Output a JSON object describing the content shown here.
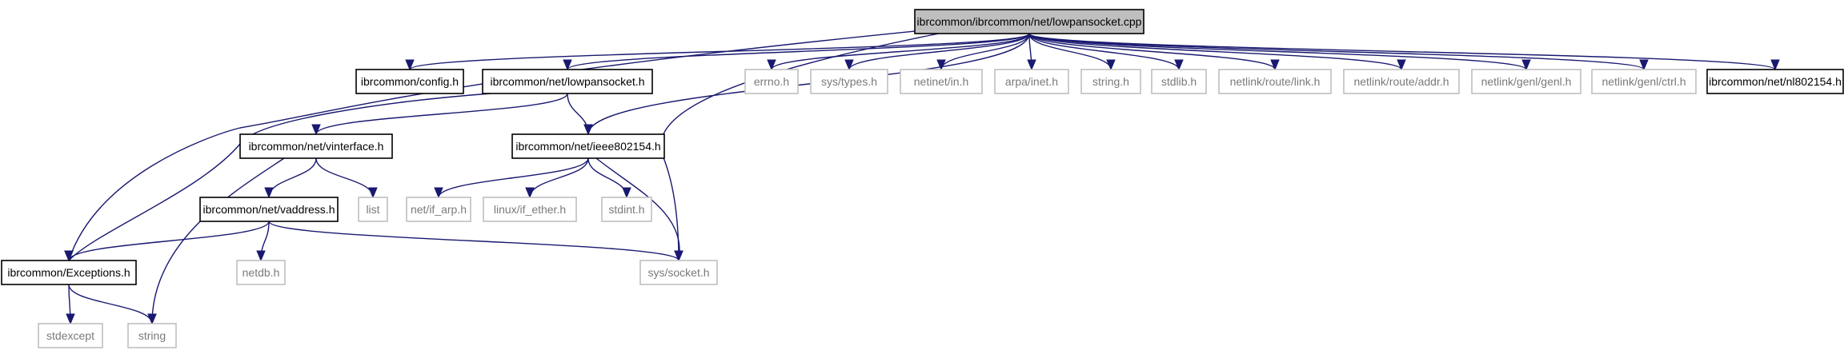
{
  "colors": {
    "edge": "#191970",
    "root_fill": "#bfbfbf",
    "documented_border": "#000000",
    "external_border": "#bfbfbf",
    "external_text": "#7a7a7a"
  },
  "nodes": [
    {
      "id": "lowpansocket_cpp",
      "label": "ibrcommon/ibrcommon/net/lowpansocket.cpp",
      "kind": "root"
    },
    {
      "id": "config_h",
      "label": "ibrcommon/config.h",
      "kind": "documented"
    },
    {
      "id": "lowpansocket_h",
      "label": "ibrcommon/net/lowpansocket.h",
      "kind": "documented"
    },
    {
      "id": "errno_h",
      "label": "errno.h",
      "kind": "external"
    },
    {
      "id": "sys_types_h",
      "label": "sys/types.h",
      "kind": "external"
    },
    {
      "id": "netinet_in_h",
      "label": "netinet/in.h",
      "kind": "external"
    },
    {
      "id": "arpa_inet_h",
      "label": "arpa/inet.h",
      "kind": "external"
    },
    {
      "id": "string_h",
      "label": "string.h",
      "kind": "external"
    },
    {
      "id": "stdlib_h",
      "label": "stdlib.h",
      "kind": "external"
    },
    {
      "id": "netlink_route_link_h",
      "label": "netlink/route/link.h",
      "kind": "external"
    },
    {
      "id": "netlink_route_addr_h",
      "label": "netlink/route/addr.h",
      "kind": "external"
    },
    {
      "id": "netlink_genl_genl_h",
      "label": "netlink/genl/genl.h",
      "kind": "external"
    },
    {
      "id": "netlink_genl_ctrl_h",
      "label": "netlink/genl/ctrl.h",
      "kind": "external"
    },
    {
      "id": "nl802154_h",
      "label": "ibrcommon/net/nl802154.h",
      "kind": "documented"
    },
    {
      "id": "vinterface_h",
      "label": "ibrcommon/net/vinterface.h",
      "kind": "documented"
    },
    {
      "id": "ieee802154_h",
      "label": "ibrcommon/net/ieee802154.h",
      "kind": "documented"
    },
    {
      "id": "list",
      "label": "list",
      "kind": "external"
    },
    {
      "id": "vaddress_h",
      "label": "ibrcommon/net/vaddress.h",
      "kind": "documented"
    },
    {
      "id": "net_if_arp_h",
      "label": "net/if_arp.h",
      "kind": "external"
    },
    {
      "id": "linux_if_ether_h",
      "label": "linux/if_ether.h",
      "kind": "external"
    },
    {
      "id": "stdint_h",
      "label": "stdint.h",
      "kind": "external"
    },
    {
      "id": "exceptions_h",
      "label": "ibrcommon/Exceptions.h",
      "kind": "documented"
    },
    {
      "id": "netdb_h",
      "label": "netdb.h",
      "kind": "external"
    },
    {
      "id": "sys_socket_h",
      "label": "sys/socket.h",
      "kind": "external"
    },
    {
      "id": "stdexcept",
      "label": "stdexcept",
      "kind": "external"
    },
    {
      "id": "string",
      "label": "string",
      "kind": "external"
    }
  ],
  "edges": [
    {
      "from": "lowpansocket_cpp",
      "to": "config_h"
    },
    {
      "from": "lowpansocket_cpp",
      "to": "lowpansocket_h"
    },
    {
      "from": "lowpansocket_cpp",
      "to": "errno_h"
    },
    {
      "from": "lowpansocket_cpp",
      "to": "sys_types_h"
    },
    {
      "from": "lowpansocket_cpp",
      "to": "netinet_in_h"
    },
    {
      "from": "lowpansocket_cpp",
      "to": "arpa_inet_h"
    },
    {
      "from": "lowpansocket_cpp",
      "to": "string_h"
    },
    {
      "from": "lowpansocket_cpp",
      "to": "stdlib_h"
    },
    {
      "from": "lowpansocket_cpp",
      "to": "netlink_route_link_h"
    },
    {
      "from": "lowpansocket_cpp",
      "to": "netlink_route_addr_h"
    },
    {
      "from": "lowpansocket_cpp",
      "to": "netlink_genl_genl_h"
    },
    {
      "from": "lowpansocket_cpp",
      "to": "netlink_genl_ctrl_h"
    },
    {
      "from": "lowpansocket_cpp",
      "to": "nl802154_h"
    },
    {
      "from": "lowpansocket_cpp",
      "to": "ieee802154_h"
    },
    {
      "from": "lowpansocket_cpp",
      "to": "sys_socket_h"
    },
    {
      "from": "lowpansocket_cpp",
      "to": "exceptions_h"
    },
    {
      "from": "lowpansocket_h",
      "to": "vinterface_h"
    },
    {
      "from": "lowpansocket_h",
      "to": "ieee802154_h"
    },
    {
      "from": "lowpansocket_h",
      "to": "exceptions_h"
    },
    {
      "from": "vinterface_h",
      "to": "vaddress_h"
    },
    {
      "from": "vinterface_h",
      "to": "list"
    },
    {
      "from": "vinterface_h",
      "to": "string"
    },
    {
      "from": "ieee802154_h",
      "to": "net_if_arp_h"
    },
    {
      "from": "ieee802154_h",
      "to": "linux_if_ether_h"
    },
    {
      "from": "ieee802154_h",
      "to": "stdint_h"
    },
    {
      "from": "ieee802154_h",
      "to": "sys_socket_h"
    },
    {
      "from": "vaddress_h",
      "to": "exceptions_h"
    },
    {
      "from": "vaddress_h",
      "to": "netdb_h"
    },
    {
      "from": "vaddress_h",
      "to": "sys_socket_h"
    },
    {
      "from": "exceptions_h",
      "to": "stdexcept"
    },
    {
      "from": "exceptions_h",
      "to": "string"
    }
  ]
}
